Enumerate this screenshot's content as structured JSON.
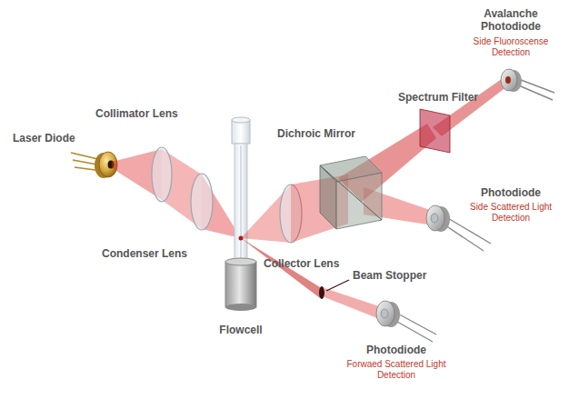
{
  "diagram": {
    "labels": [
      "Laser Diode",
      "Collimator Lens",
      "Condenser Lens",
      "Flowcell",
      "Collector Lens",
      "Dichroic Mirror",
      "Spectrum Filter",
      "Avalanche Photodiode",
      "Side Fluoroscense Detection",
      "Photodiode",
      "Side Scattered Light Detection",
      "Beam Stopper",
      "Photodiode",
      "Forwaed Scattered Light Detection"
    ]
  }
}
